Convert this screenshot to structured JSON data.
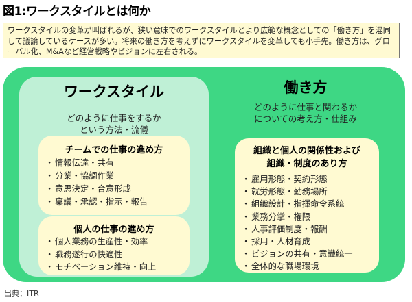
{
  "title": "図1:ワークスタイルとは何か",
  "description": "ワークスタイルの変革が叫ばれるが、狭い意味でのワークスタイルとより広範な概念としての「働き方」を混同して議論しているケースが多い。将来の働き方を考えずにワークスタイルを変革しても小手先。働き方は、グローバル化、M&Aなど経営戦略やビジョンに左右される。",
  "workstyle": {
    "heading": "ワークスタイル",
    "subtitle_line1": "どのように仕事をするか",
    "subtitle_line2": "という方法・流儀",
    "team": {
      "title": "チームでの仕事の進め方",
      "items": [
        "情報伝達・共有",
        "分業・協調作業",
        "意思決定・合意形成",
        "稟議・承認・指示・報告"
      ]
    },
    "personal": {
      "title": "個人の仕事の進め方",
      "items": [
        "個人業務の生産性・効率",
        "職務遂行の快適性",
        "モチベーション維持・向上"
      ]
    }
  },
  "hatarakikata": {
    "heading": "働き方",
    "subtitle_line1": "どのように仕事と関わるか",
    "subtitle_line2": "についての考え方・仕組み",
    "relation": {
      "title_line1": "組織と個人の関係性および",
      "title_line2": "組織・制度のあり方",
      "items": [
        "雇用形態・契約形態",
        "就労形態・勤務場所",
        "組織設計・指揮命令系統",
        "業務分掌・権限",
        "人事評価制度・報酬",
        "採用・人材育成",
        "ビジョンの共有・意識統一",
        "全体的な職場環境"
      ]
    }
  },
  "source": "出典：ITR"
}
